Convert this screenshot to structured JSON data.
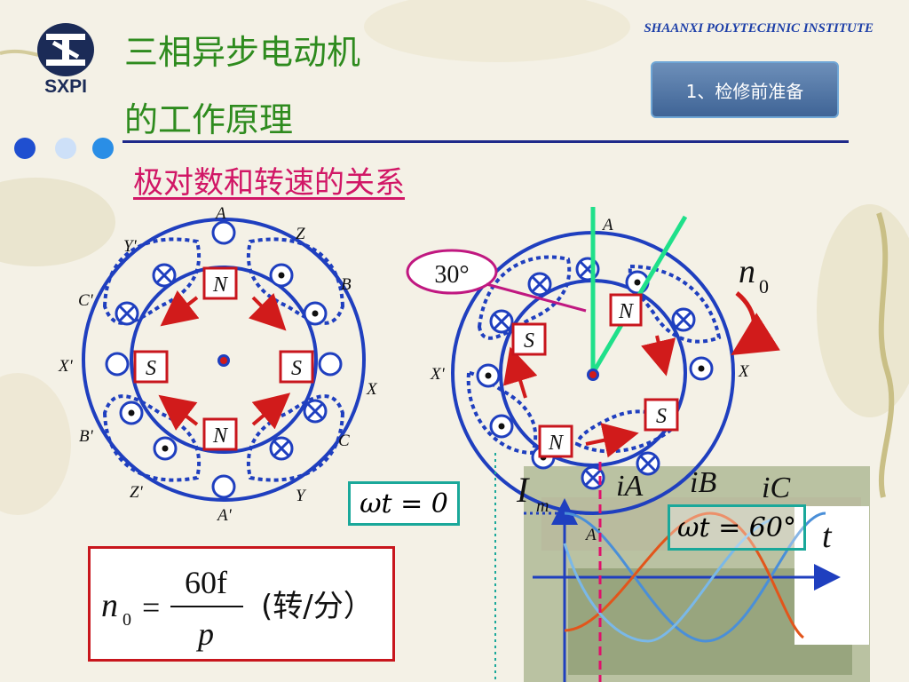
{
  "header": {
    "logo_text": "SXPI",
    "title_line1": "三相异步电动机",
    "title_line2": "的工作原理",
    "institute": "SHAANXI  POLYTECHNIC   INSTITUTE",
    "section_button": "1、检修前准备"
  },
  "subtitle": "极对数和转速的关系",
  "left_stator": {
    "terminal_labels": [
      "A",
      "Z",
      "B",
      "X",
      "C",
      "Y",
      "A'",
      "Z'",
      "B'",
      "X'",
      "C'",
      "Y'"
    ],
    "poles": [
      "N",
      "S",
      "S",
      "N"
    ]
  },
  "right_stator": {
    "terminal_labels": [
      "A",
      "X",
      "X'",
      "A'"
    ],
    "poles": [
      "N",
      "S",
      "S",
      "N"
    ],
    "angle_label": "30°",
    "speed_label": "n",
    "speed_subscript": "0"
  },
  "phase_box_1": "ωt = 0",
  "phase_box_2": "ωt = 60°",
  "formula": {
    "lhs": "n",
    "lhs_sub": "0",
    "numerator": "60f",
    "denominator": "p",
    "unit": "(转/分）"
  },
  "waveform": {
    "amplitude_label": "I",
    "amplitude_sub": "m",
    "series_labels": [
      "iA",
      "iB",
      "iC"
    ],
    "axis_label": "t",
    "colors": {
      "A": "#4a8fd8",
      "B": "#e2551b",
      "C": "#7ab8e8"
    }
  },
  "colors": {
    "title": "#2e8b1e",
    "subtitle": "#d11766",
    "stator": "#1f3fbf",
    "pole": "#c8161d",
    "rotor_arrow": "#d11b1b",
    "axis_line": "#1fe08a"
  }
}
